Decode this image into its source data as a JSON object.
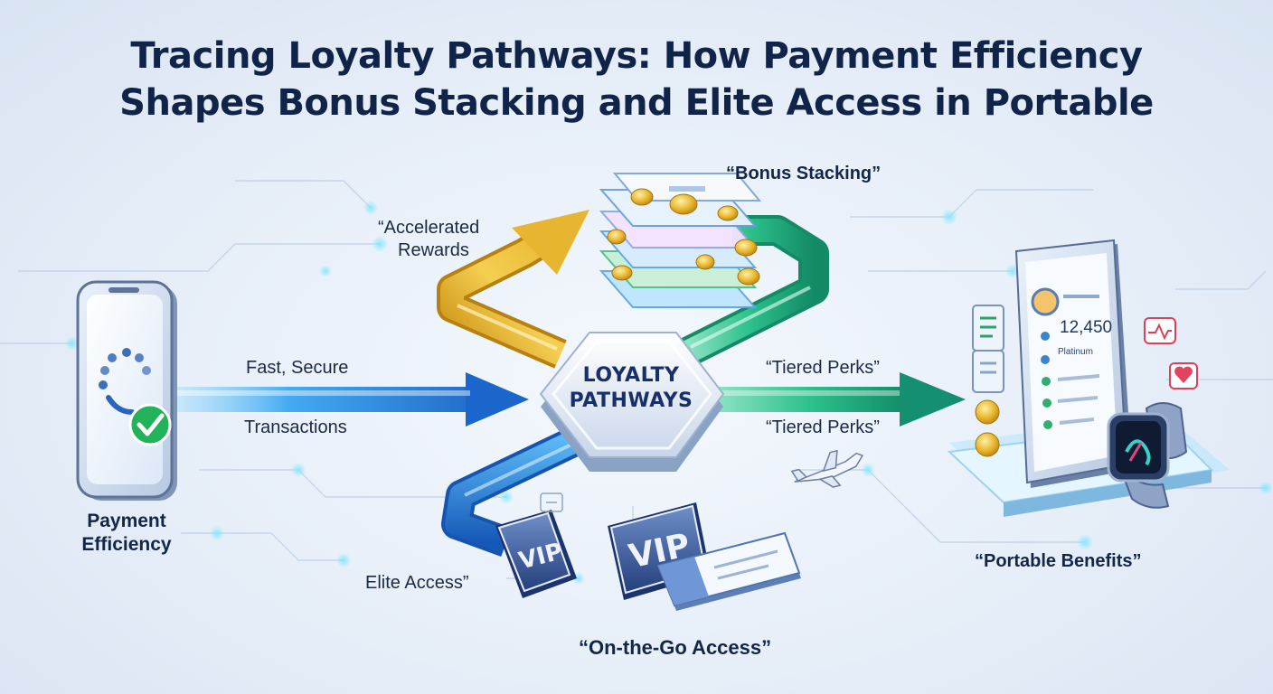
{
  "title": {
    "line1": "Tracing Loyalty Pathways: How Payment Efficiency",
    "line2": "Shapes Bonus Stacking and Elite Access in Portable"
  },
  "hub": {
    "line1": "LOYALTY",
    "line2": "PATHWAYS"
  },
  "labels": {
    "accelerated_line1": "“Accelerated",
    "accelerated_line2": "Rewards",
    "bonus_stacking": "“Bonus Stacking”",
    "fast_secure": "Fast, Secure",
    "transactions": "Transactions",
    "tiered_perks_1": "“Tiered Perks”",
    "tiered_perks_2": "“Tiered Perks”",
    "payment_efficiency": "Payment Efficiency",
    "elite_access": "Elite Access”",
    "on_the_go": "“On-the-Go Access”",
    "portable_benefits": "“Portable Benefits”"
  },
  "badges": {
    "vip_small": "VIP",
    "vip_large": "VIP"
  },
  "tablet": {
    "points": "12,450",
    "tier_text": "Platinum"
  },
  "colors": {
    "gold": "#e7b431",
    "green": "#1fae7a",
    "blue": "#1e73d8",
    "navy": "#10244a",
    "accent_teal": "#37d2d9"
  },
  "icons": [
    "smartphone-icon",
    "checkmark-icon",
    "coin-icon",
    "airplane-icon",
    "ticket-icon",
    "smartwatch-icon",
    "heart-icon",
    "tablet-icon",
    "receipt-icon"
  ]
}
